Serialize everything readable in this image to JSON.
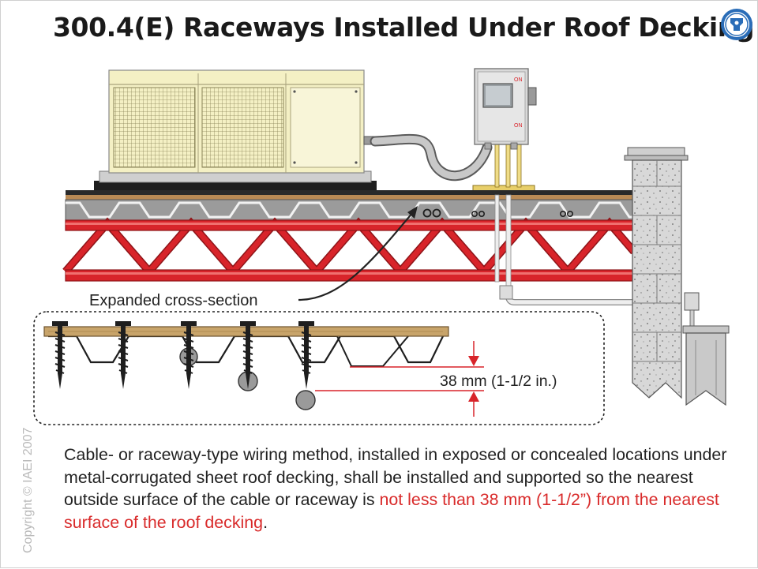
{
  "title": "300.4(E) Raceways Installed Under Roof Decking",
  "logo_icon": "iaei-seal-icon",
  "labels": {
    "expanded": "Expanded cross-section",
    "dimension": "38 mm (1-1/2 in.)",
    "on_top": "ON",
    "on_bottom": "ON"
  },
  "copyright": "Copyright © IAEI 2007",
  "caption": {
    "normal": "Cable- or raceway-type wiring method, installed in exposed or concealed locations under metal-corrugated sheet roof decking, shall be installed and supported so the nearest outside surface of the cable or raceway is ",
    "highlight": "not less than 38 mm (1-1/2”) from the nearest surface of the roof decking",
    "end": "."
  },
  "colors": {
    "truss_red": "#d8242a",
    "highlight_red": "#d92b2b",
    "wood": "#c8a46a",
    "unit_yellow": "#f4f0c4"
  }
}
